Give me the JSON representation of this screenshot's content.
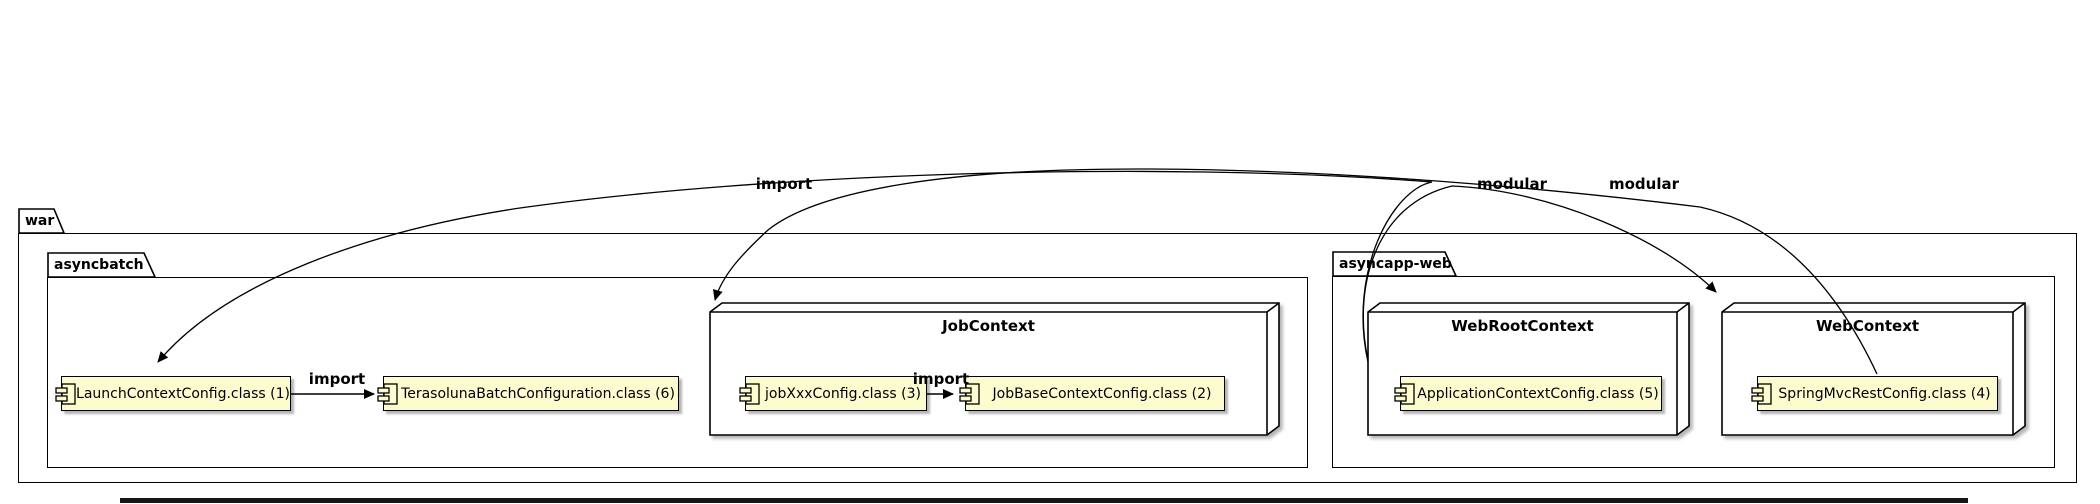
{
  "packages": {
    "war": {
      "label": "war"
    },
    "asyncbatch": {
      "label": "asyncbatch"
    },
    "asyncapp_web": {
      "label": "asyncapp-web"
    }
  },
  "nodes": {
    "job_context": {
      "label": "JobContext"
    },
    "web_root_context": {
      "label": "WebRootContext"
    },
    "web_context": {
      "label": "WebContext"
    }
  },
  "components": {
    "launch_context_config": {
      "label": "LaunchContextConfig.class (1)"
    },
    "terasoluna_batch_configuration": {
      "label": "TerasolunaBatchConfiguration.class (6)"
    },
    "job_xxx_config": {
      "label": "jobXxxConfig.class (3)"
    },
    "job_base_context_config": {
      "label": "JobBaseContextConfig.class (2)"
    },
    "application_context_config": {
      "label": "ApplicationContextConfig.class (5)"
    },
    "spring_mvc_rest_config": {
      "label": "SpringMvcRestConfig.class (4)"
    }
  },
  "edges": [
    {
      "from": "LaunchContextConfig.class (1)",
      "to": "TerasolunaBatchConfiguration.class (6)",
      "label": "import",
      "style": "straight"
    },
    {
      "from": "jobXxxConfig.class (3)",
      "to": "JobBaseContextConfig.class (2)",
      "label": "import",
      "style": "straight"
    },
    {
      "from": "ApplicationContextConfig.class (5)",
      "to": "LaunchContextConfig.class (1)",
      "label": "import",
      "style": "curved"
    },
    {
      "from": "SpringMvcRestConfig.class (4)",
      "to": "JobContext",
      "label": "modular",
      "style": "curved"
    },
    {
      "from": "WebRootContext",
      "to": "WebContext",
      "label": "modular",
      "style": "curved"
    }
  ],
  "colors": {
    "component_fill": "#fcfccf",
    "line": "#000000",
    "background": "#ffffff"
  }
}
